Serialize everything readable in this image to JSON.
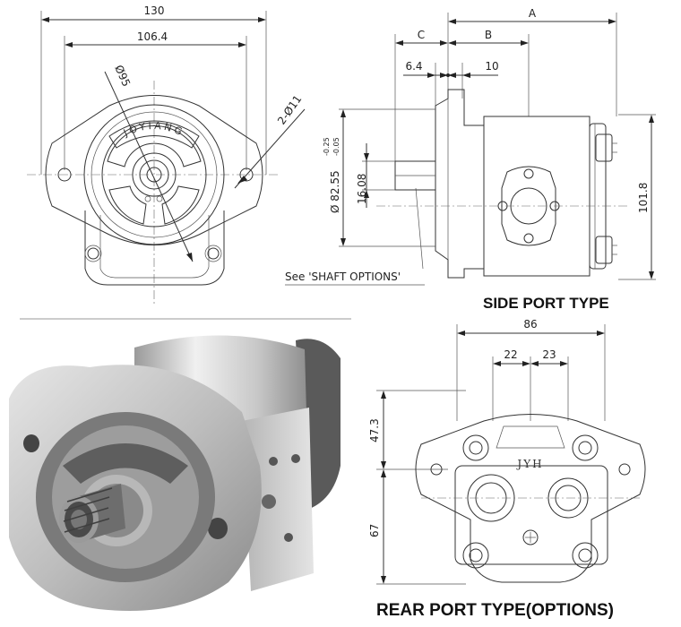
{
  "front_view": {
    "width_overall": "130",
    "bolt_span": "106.4",
    "pilot_diameter": "Ø95",
    "bolt_holes": "2-Ø11",
    "brand_text": "JOYIANG",
    "shaft_note": "See 'SHAFT OPTIONS'"
  },
  "side_view": {
    "dim_a": "A",
    "dim_b": "B",
    "dim_c": "C",
    "dim_64": "6.4",
    "dim_10": "10",
    "dim_pilot": "Ø 82.55",
    "pilot_tol_upper": "-0.25",
    "pilot_tol_lower": "-0.05",
    "dim_shaft": "16.08",
    "dim_height": "101.8",
    "label": "SIDE PORT TYPE"
  },
  "rear_view": {
    "width": "86",
    "dim_22": "22",
    "dim_23": "23",
    "dim_upper": "47.3",
    "dim_lower": "67",
    "brand_text": "JYH",
    "label": "REAR PORT TYPE(OPTIONS)"
  },
  "colors": {
    "line": "#333333",
    "metal_light": "#dcdcdc",
    "metal_dark": "#6f6f6f"
  }
}
